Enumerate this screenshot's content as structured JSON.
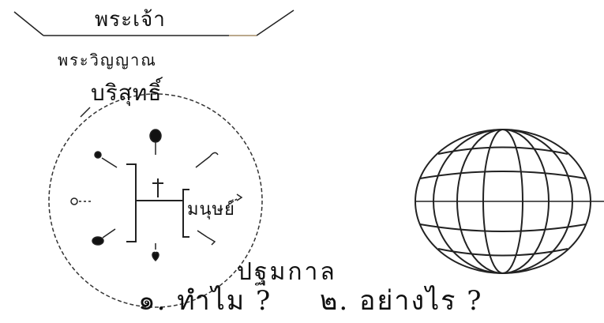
{
  "title_box": {
    "god": "พระเจ้า"
  },
  "attributes": {
    "holy_spirit": "พระวิญญาณ",
    "pure": "บริสุทธิ์"
  },
  "circle_diagram": {
    "center_label": "มนุษย์"
  },
  "bottom": {
    "heading": "ปฐมกาล",
    "q1": "๑. ทำไม ?",
    "q2": "๒. อย่างไร ?"
  },
  "colors": {
    "ink": "#111111",
    "accent": "#c9b08a"
  },
  "icons": [
    "globe-icon",
    "cross-icon",
    "heart-icon",
    "fish-icon",
    "dove-icon"
  ]
}
